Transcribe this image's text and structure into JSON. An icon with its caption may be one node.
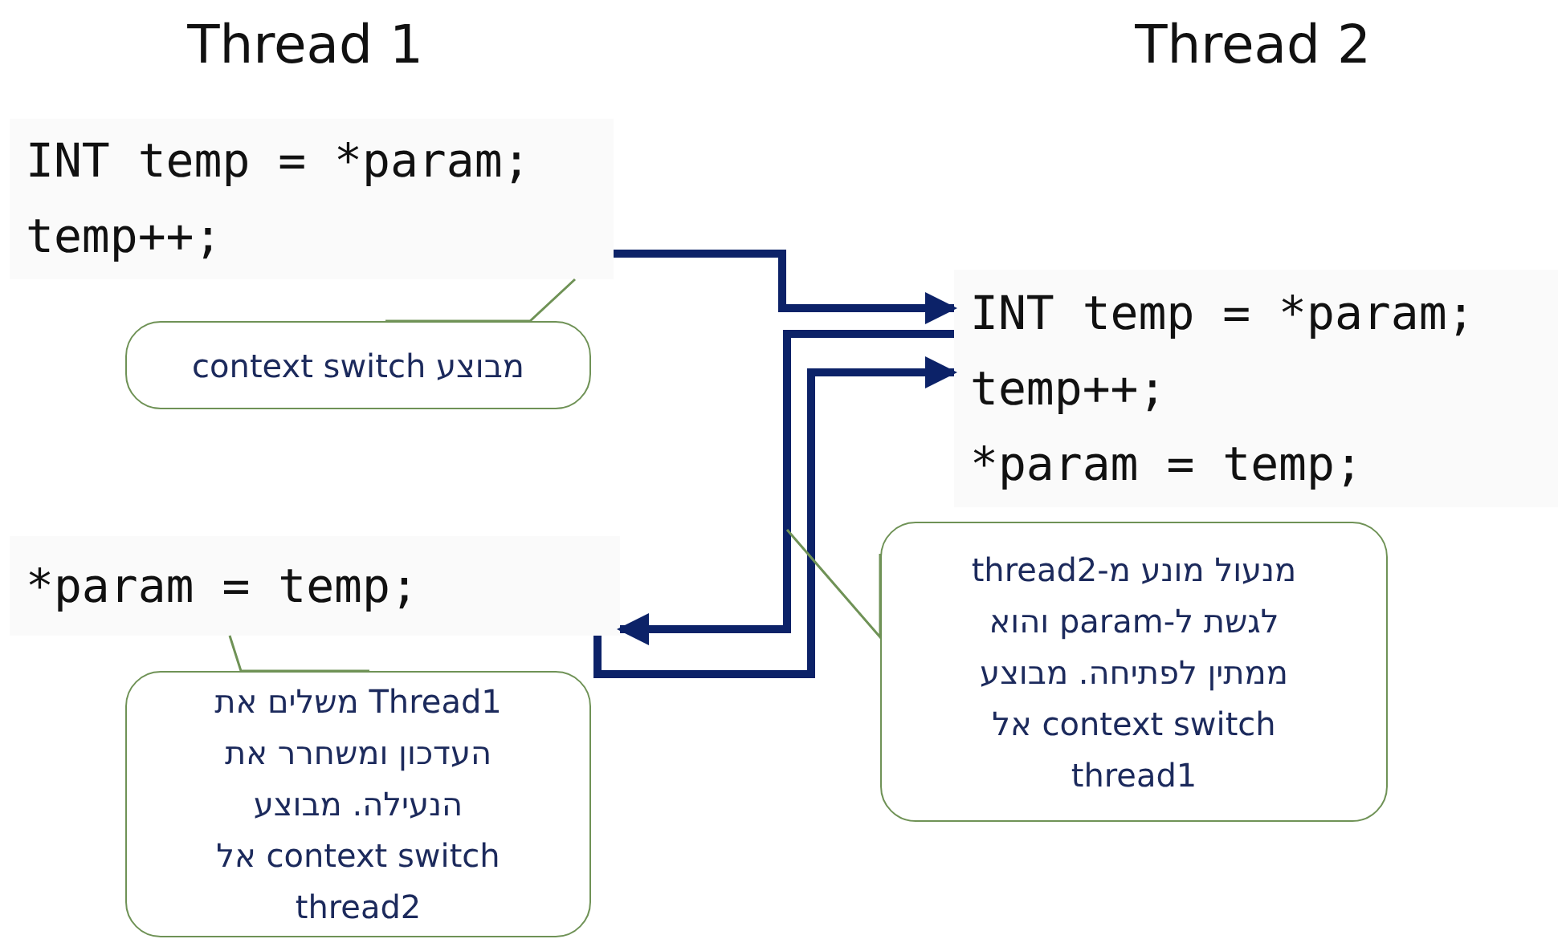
{
  "diagram": {
    "nodes": [
      {
        "text": [
          "INT temp = *param;",
          "temp++;"
        ]
      },
      {
        "text": [
          "מבוצע context switch"
        ]
      },
      {
        "text": [
          "INT temp = *param;",
          "temp++;",
          "*param = temp;"
        ]
      },
      {
        "text": [
          "מנעול מונע מ-thread2 לגשת ל-param והוא ממתין לפתיחה. מבוצע context switch אל thread1"
        ]
      },
      {
        "text": [
          "*param = temp;"
        ]
      },
      {
        "text": [
          "Thread1 משלים את העדכון ומשחרר את הנעילה. מבוצע context switch אל thread2"
        ]
      }
    ],
    "edges": [
      {
        "from": 0,
        "to": 2,
        "arrow": "to",
        "style": "thick"
      },
      {
        "from": 2,
        "to": 4,
        "arrow": "to",
        "style": "thick"
      },
      {
        "from": 4,
        "to": 2,
        "arrow": "to",
        "style": "thick"
      },
      {
        "from": 1,
        "to": 0,
        "arrow": "none",
        "color": "#6f9256"
      },
      {
        "from": 3,
        "to": null,
        "arrow": "none",
        "color": "#6f9256"
      },
      {
        "from": 5,
        "to": 4,
        "arrow": "none",
        "color": "#6f9256"
      }
    ],
    "labels": [
      "Thread 1",
      "Thread 2"
    ]
  }
}
